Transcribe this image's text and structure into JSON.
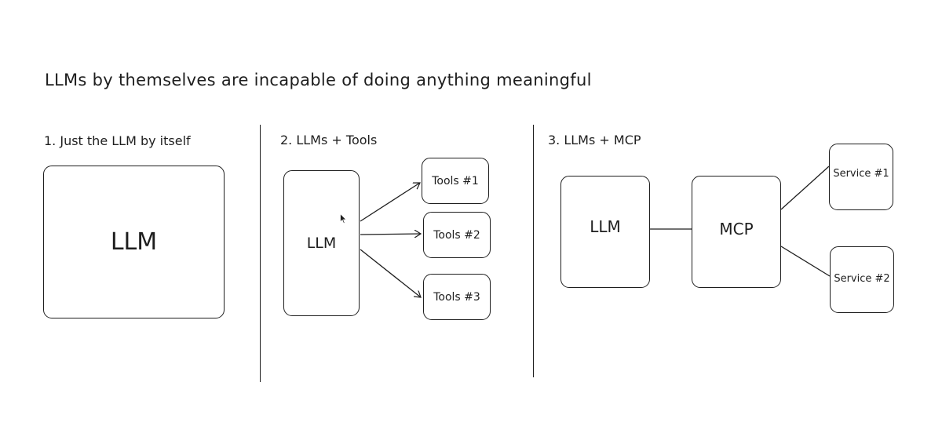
{
  "headline": "LLMs by themselves are incapable of doing anything meaningful",
  "sections": [
    {
      "title": "1. Just the LLM by itself",
      "nodes": {
        "llm": "LLM"
      }
    },
    {
      "title": "2. LLMs + Tools",
      "nodes": {
        "llm": "LLM",
        "tools": [
          "Tools #1",
          "Tools #2",
          "Tools #3"
        ]
      }
    },
    {
      "title": "3. LLMs + MCP",
      "nodes": {
        "llm": "LLM",
        "mcp": "MCP",
        "services": [
          "Service #1",
          "Service #2"
        ]
      }
    }
  ],
  "colors": {
    "stroke": "#1e1e1e",
    "background": "#ffffff"
  },
  "icons": {
    "pointer": "mouse-pointer-icon"
  }
}
